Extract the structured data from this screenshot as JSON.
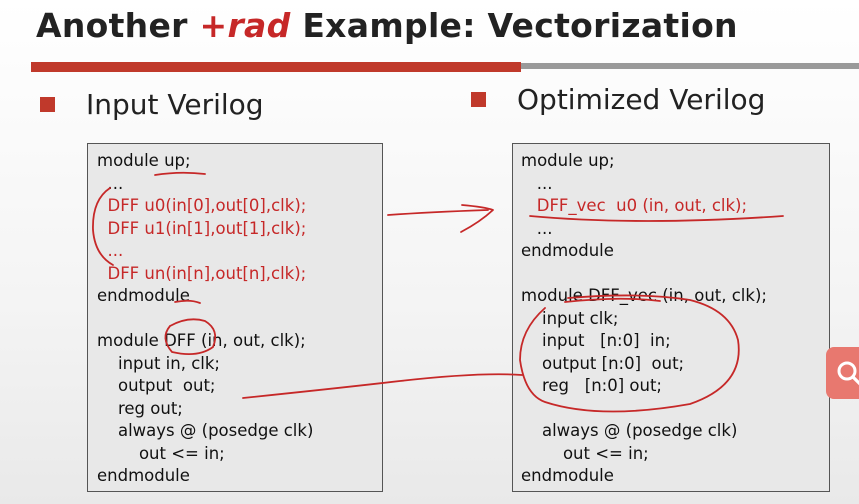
{
  "slide": {
    "title_prefix": "Another ",
    "title_accent": "+rad",
    "title_suffix": " Example: Vectorization"
  },
  "left": {
    "heading": "Input Verilog",
    "code": [
      {
        "text": "module up;",
        "color": "black"
      },
      {
        "text": "  ...",
        "color": "black"
      },
      {
        "text": "  DFF u0(in[0],out[0],clk);",
        "color": "red"
      },
      {
        "text": "  DFF u1(in[1],out[1],clk);",
        "color": "red"
      },
      {
        "text": "  ...",
        "color": "red"
      },
      {
        "text": "  DFF un(in[n],out[n],clk);",
        "color": "red"
      },
      {
        "text": "endmodule",
        "color": "black"
      },
      {
        "text": "",
        "color": "black"
      },
      {
        "text": "module DFF (in, out, clk);",
        "color": "black"
      },
      {
        "text": "    input in, clk;",
        "color": "black"
      },
      {
        "text": "    output  out;",
        "color": "black"
      },
      {
        "text": "    reg out;",
        "color": "black"
      },
      {
        "text": "    always @ (posedge clk)",
        "color": "black"
      },
      {
        "text": "        out <= in;",
        "color": "black"
      },
      {
        "text": "endmodule",
        "color": "black"
      }
    ]
  },
  "right": {
    "heading": "Optimized Verilog",
    "code": [
      {
        "text": "module up;",
        "color": "black"
      },
      {
        "text": "   ...",
        "color": "black"
      },
      {
        "text": "   DFF_vec  u0 (in, out, clk);",
        "color": "red"
      },
      {
        "text": "   ...",
        "color": "black"
      },
      {
        "text": "endmodule",
        "color": "black"
      },
      {
        "text": "",
        "color": "black"
      },
      {
        "text": "module DFF_vec (in, out, clk);",
        "color": "black"
      },
      {
        "text": "    input clk;",
        "color": "black"
      },
      {
        "text": "    input   [n:0]  in;",
        "color": "black"
      },
      {
        "text": "    output [n:0]  out;",
        "color": "black"
      },
      {
        "text": "    reg   [n:0] out;",
        "color": "black"
      },
      {
        "text": "",
        "color": "black"
      },
      {
        "text": "    always @ (posedge clk)",
        "color": "black"
      },
      {
        "text": "        out <= in;",
        "color": "black"
      },
      {
        "text": "endmodule",
        "color": "black"
      }
    ]
  },
  "colors": {
    "accent": "#c62828",
    "rule_gray": "#9a9a9a",
    "code_bg": "#e8e8e8",
    "search_button": "#e8786f"
  },
  "icons": {
    "bullet": "red-square-bullet-icon",
    "search": "search-icon"
  }
}
